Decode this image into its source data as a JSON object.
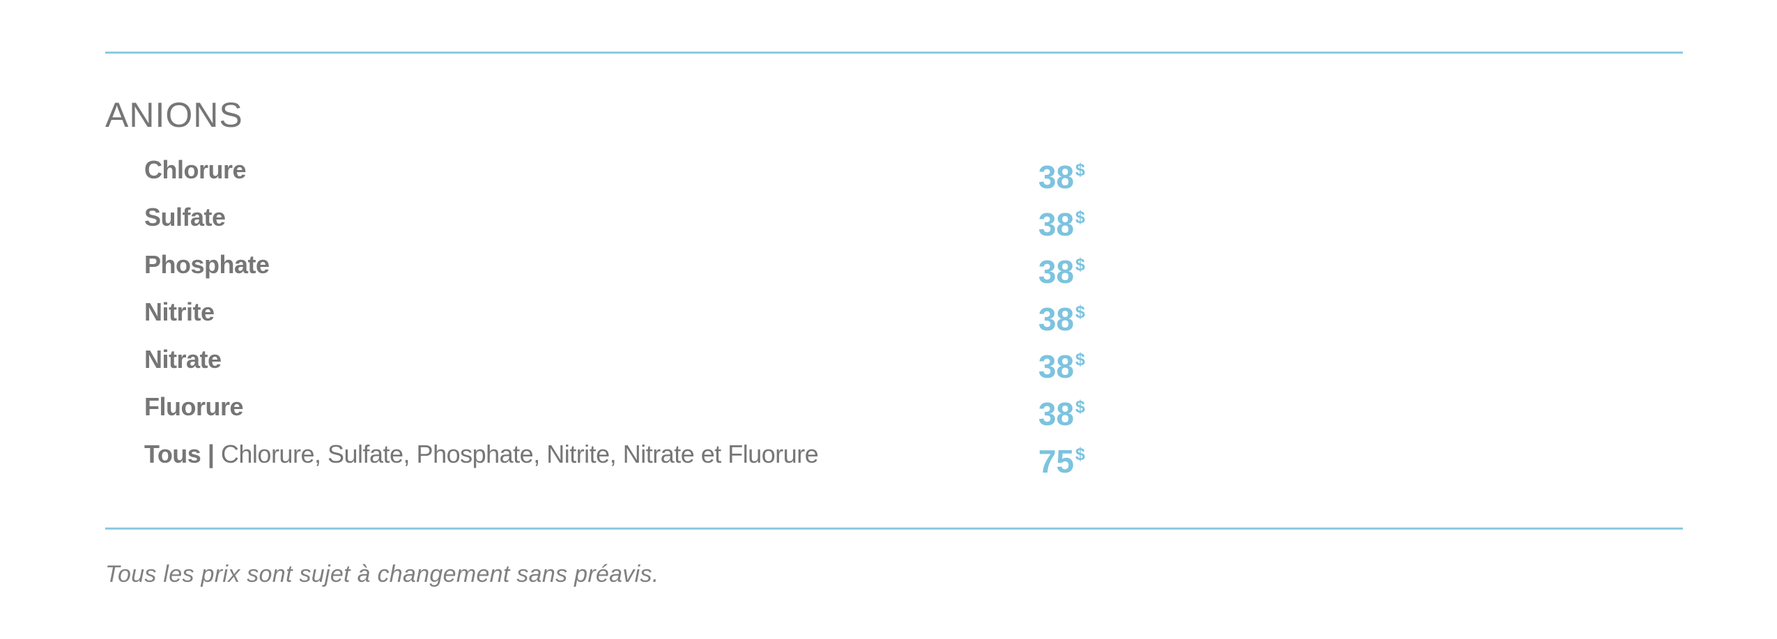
{
  "section": {
    "title": "ANIONS"
  },
  "currency_symbol": "$",
  "items": [
    {
      "name": "Chlorure",
      "price": "38"
    },
    {
      "name": "Sulfate",
      "price": "38"
    },
    {
      "name": "Phosphate",
      "price": "38"
    },
    {
      "name": "Nitrite",
      "price": "38"
    },
    {
      "name": "Nitrate",
      "price": "38"
    },
    {
      "name": "Fluorure",
      "price": "38"
    },
    {
      "name": "Tous",
      "separator": " | ",
      "detail": "Chlorure, Sulfate, Phosphate, Nitrite, Nitrate et Fluorure",
      "price": "75"
    }
  ],
  "footnote": "Tous les prix sont sujet à changement sans préavis.",
  "colors": {
    "accent": "#7cc3df",
    "rule": "#8ccbe0",
    "text": "#767676"
  }
}
